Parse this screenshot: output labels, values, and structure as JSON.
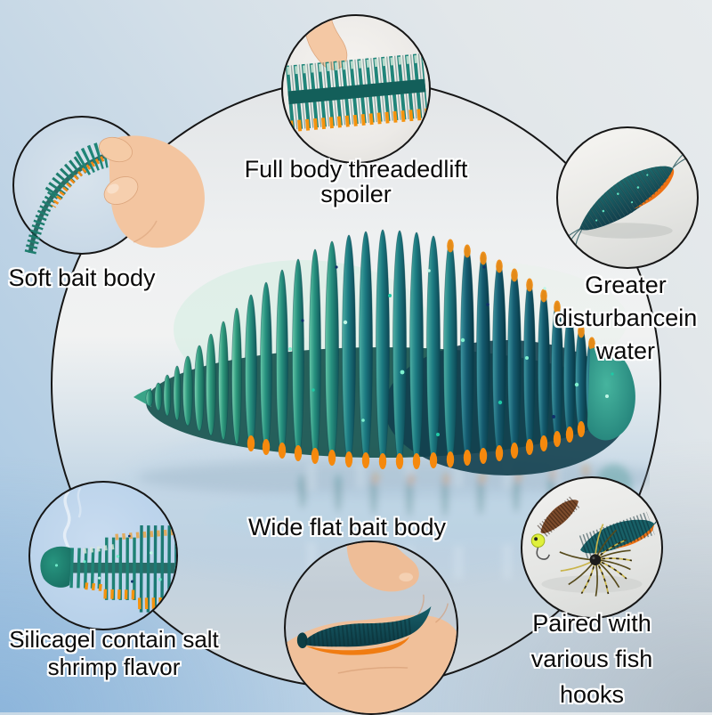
{
  "palette": {
    "background_blue": "#a4c6e2",
    "background_gray": "#e7ebed",
    "circle_border": "#161616",
    "bait_teal_light": "#2f9b7e",
    "bait_teal_dark": "#155c70",
    "bait_orange": "#f5930e",
    "jig_skirt_yellow": "#c9b44a",
    "jig_head_chartreuse": "#dff03c",
    "skin_tone": "#f2c4a0",
    "text_color": "#0a0a0a",
    "text_outline": "#ffffff"
  },
  "callouts": {
    "top": {
      "lines": [
        "Full body threadedlift",
        "spoiler"
      ],
      "alt": "Close-up of full-body threaded ribs pressed by a finger"
    },
    "left": {
      "lines": [
        "Soft bait body"
      ],
      "alt": "Fingers bending the soft curved bait"
    },
    "right": {
      "lines": [
        "Greater",
        "disturbancein",
        "water"
      ],
      "alt": "Leaf-shaped ribbed bait with orange belly"
    },
    "bottom_left": {
      "lines": [
        "Silicagel contain salt",
        "shrimp flavor"
      ],
      "alt": "Bait head close-up with scent wisp"
    },
    "bottom_center": {
      "lines": [
        "Wide flat bait body"
      ],
      "alt": "Open palm holding the wide flat bait"
    },
    "bottom_right": {
      "lines": [
        "Paired with",
        "various fish",
        "hooks"
      ],
      "alt": "Baits rigged on jig head and skirted hook"
    }
  },
  "main_image": {
    "alt": "Large teal ribbed soft fishing bait with orange belly and reflection"
  }
}
